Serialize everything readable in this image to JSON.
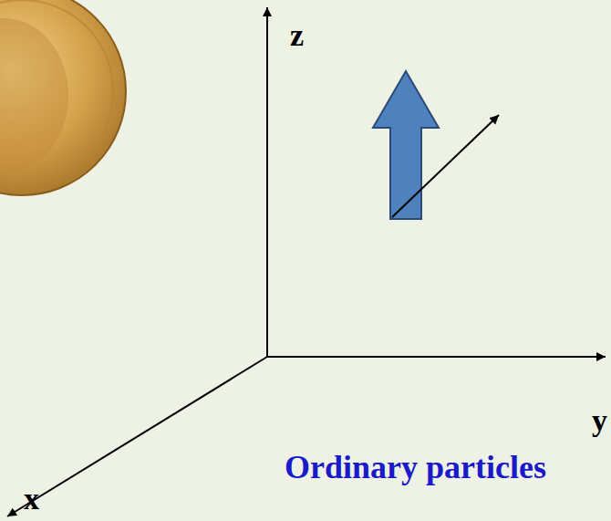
{
  "diagram": {
    "labels": [
      "z",
      "y",
      "x",
      "Ordinary particles"
    ]
  }
}
